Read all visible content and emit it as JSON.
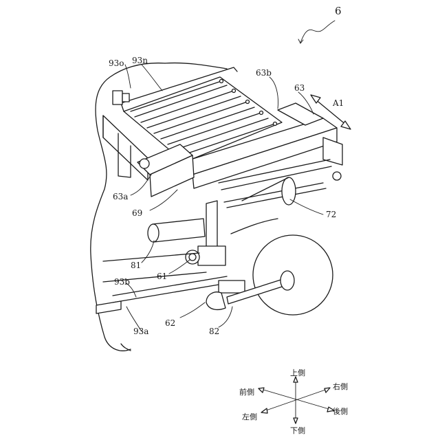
{
  "figure": {
    "number": "6",
    "labels": {
      "l93o": "93o",
      "l93n": "93n",
      "l63b": "63b",
      "l63": "63",
      "lA1": "A1",
      "l63a": "63a",
      "l69": "69",
      "l72": "72",
      "l81": "81",
      "l61": "61",
      "l93b": "93b",
      "l93a": "93a",
      "l62": "62",
      "l82": "82"
    }
  },
  "compass": {
    "up": "上側",
    "right": "右側",
    "front": "前側",
    "left": "左側",
    "back": "後側",
    "down": "下側"
  }
}
